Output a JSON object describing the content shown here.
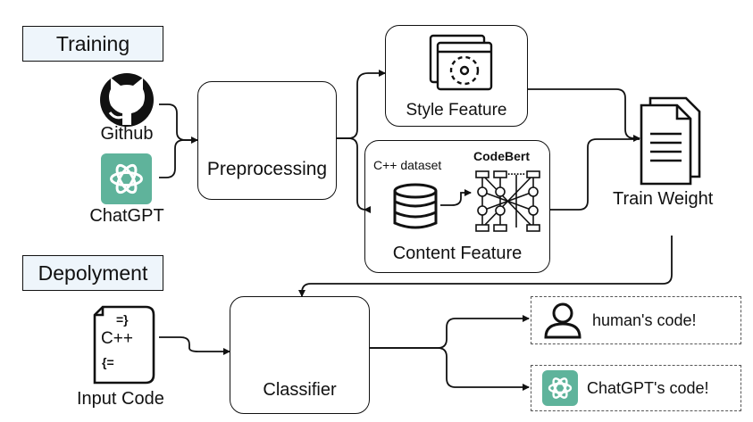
{
  "sections": {
    "training": "Training",
    "deployment": "Depolyment"
  },
  "sources": {
    "github": "Github",
    "chatgpt": "ChatGPT"
  },
  "nodes": {
    "preprocessing": "Preprocessing",
    "style_feature": "Style Feature",
    "content_feature": "Content Feature",
    "cpp_dataset": "C++ dataset",
    "codebert": "CodeBert",
    "train_weight": "Train Weight",
    "input_code": "Input Code",
    "classifier": "Classifier"
  },
  "outputs": {
    "human": "human's code!",
    "chatgpt": "ChatGPT's code!"
  },
  "icons": {
    "input_code_glyphs": [
      "=}",
      "C++",
      "{="
    ],
    "codebert_dots": "......"
  },
  "colors": {
    "section_fill": "#eef5fb",
    "chatgpt_green": "#5fb39b",
    "line": "#111111"
  }
}
